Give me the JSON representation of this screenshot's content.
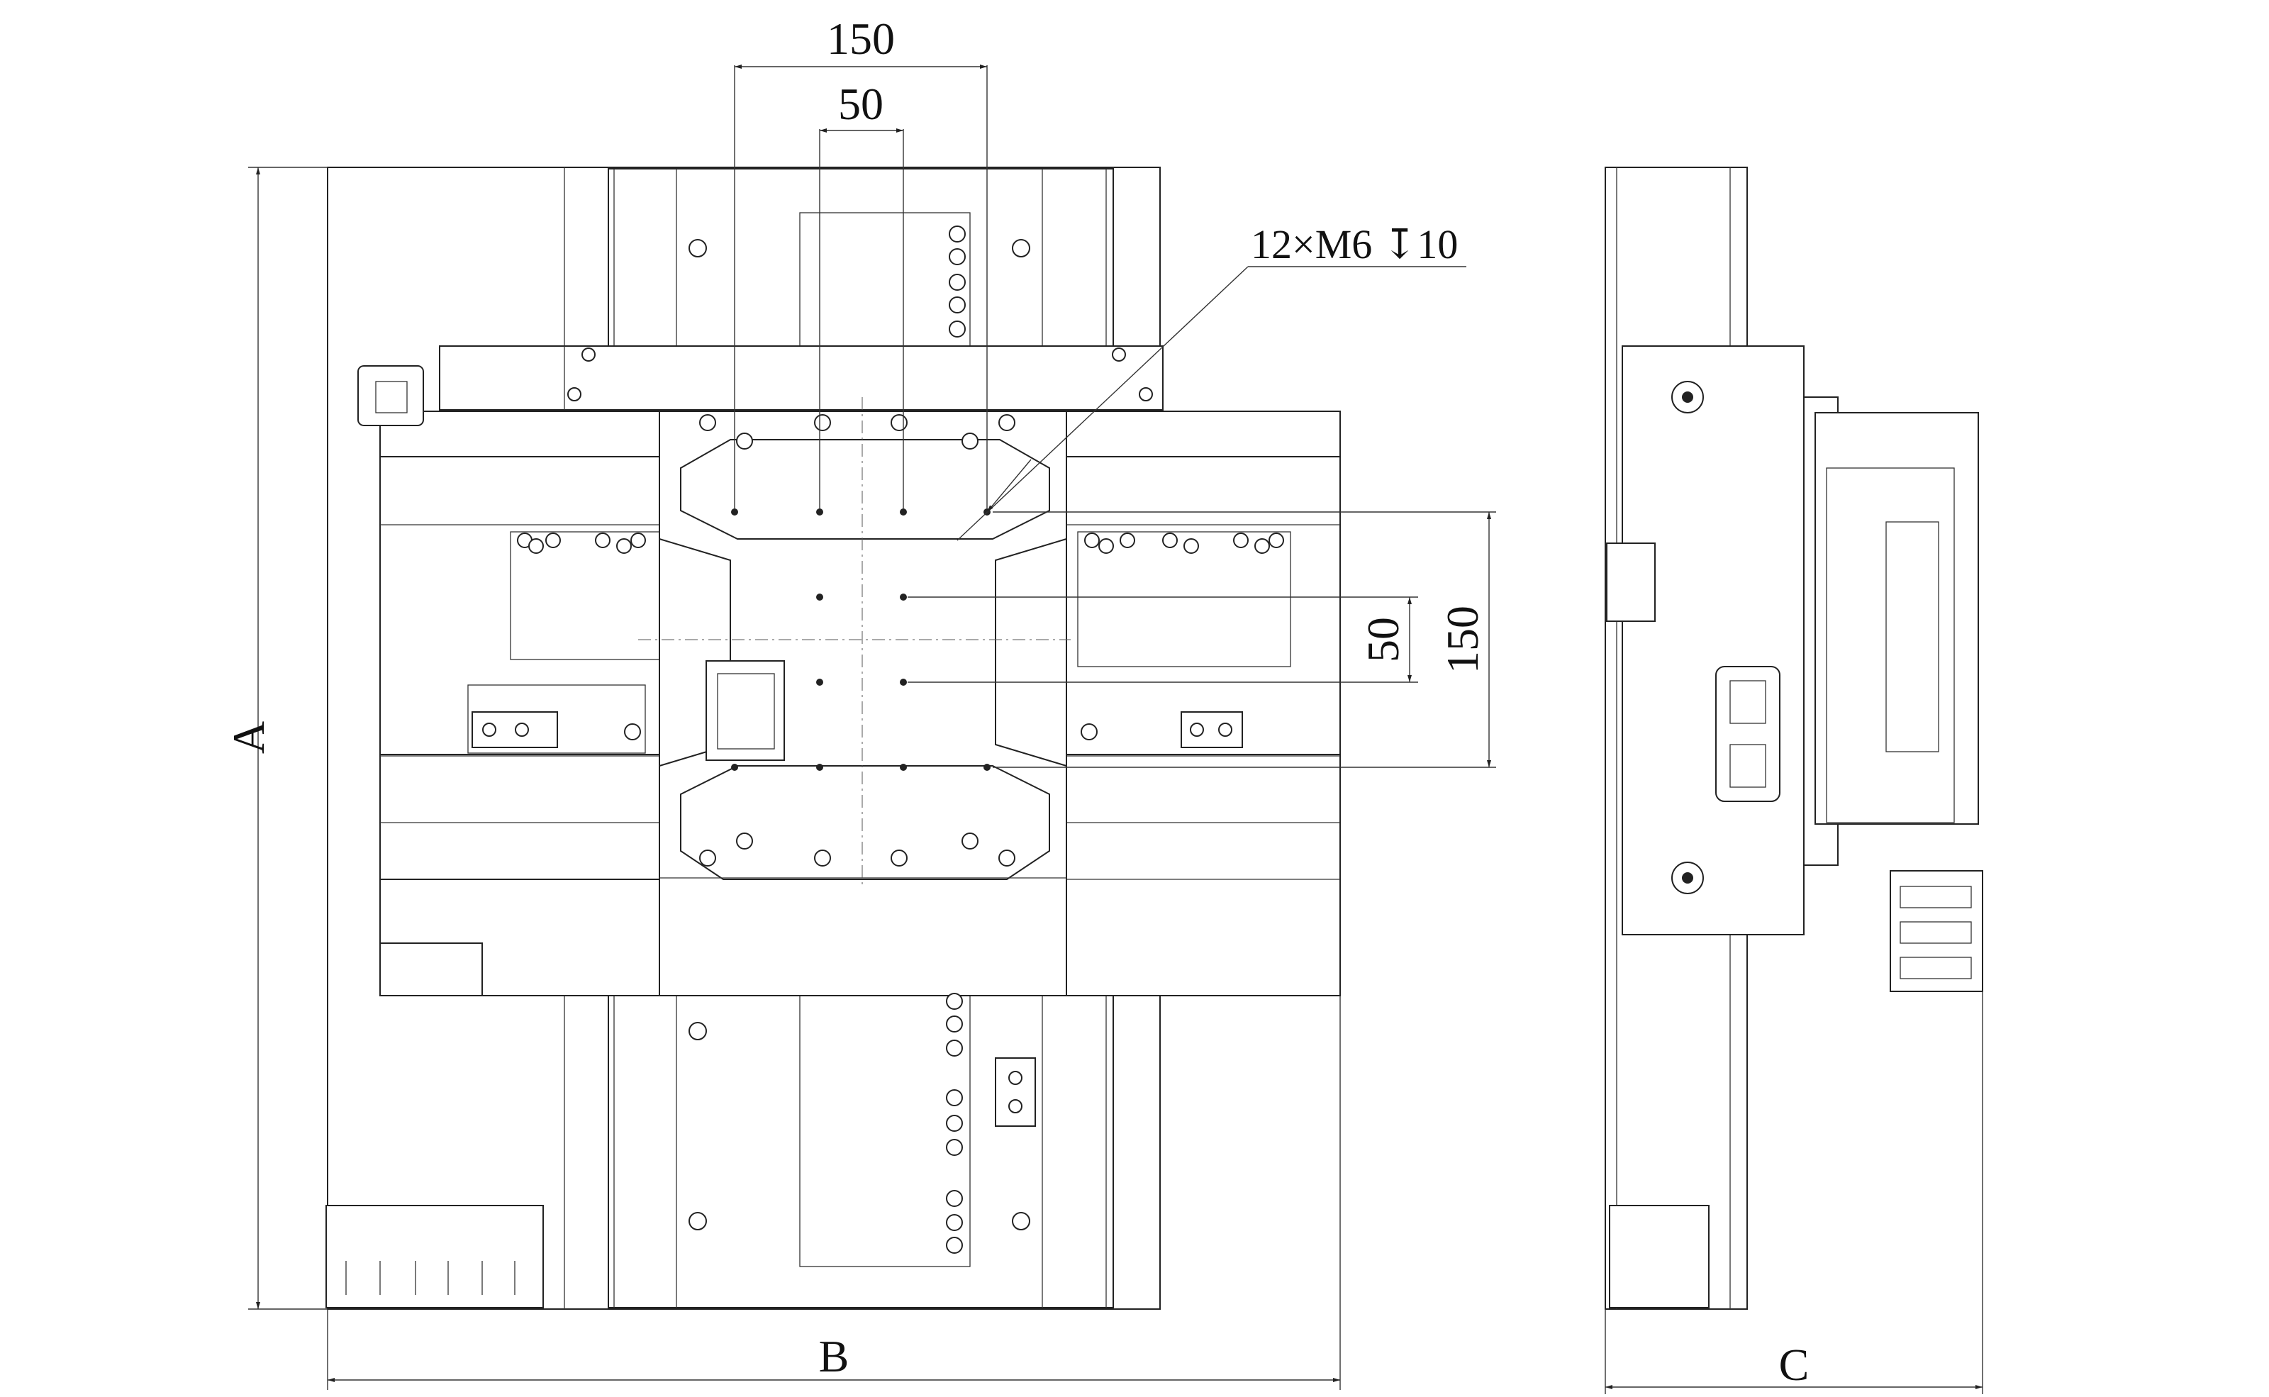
{
  "drawing": {
    "dimensions": {
      "top_outer": "150",
      "top_inner": "50",
      "right_inner": "50",
      "right_outer": "150",
      "height": "A",
      "width": "B",
      "depth": "C"
    },
    "callout": "12×M6 ↧10",
    "colors": {
      "line": "#222222",
      "background": "#ffffff"
    }
  }
}
